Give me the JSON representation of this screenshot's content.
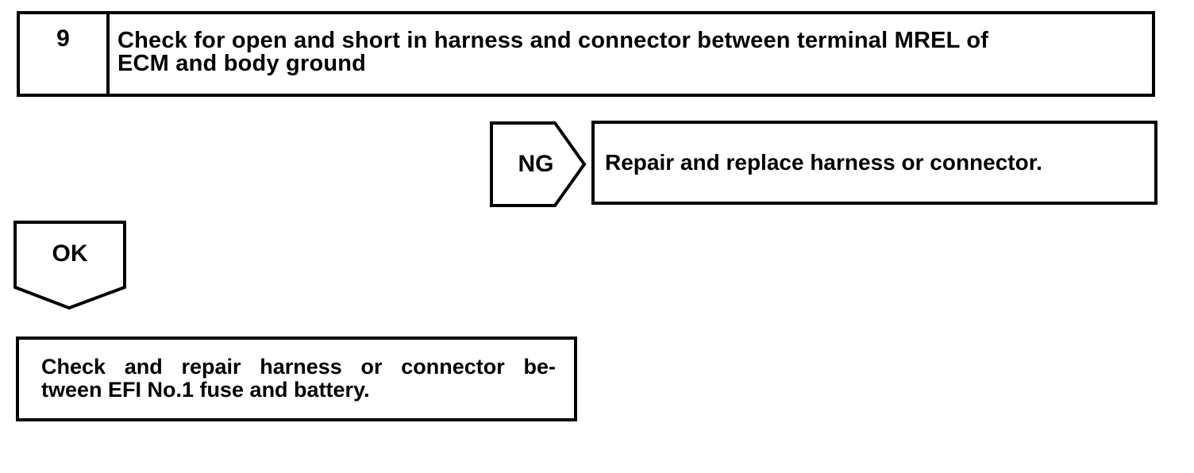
{
  "colors": {
    "ink": "#000000",
    "background": "#ffffff"
  },
  "step": {
    "number": "9",
    "title_lines": [
      "Check for open and short in harness and connector between terminal MREL of",
      "ECM and body ground"
    ]
  },
  "ng_branch": {
    "label": "NG",
    "action": "Repair and replace harness or connector."
  },
  "ok_branch": {
    "label": "OK",
    "action_lines": [
      "Check and repair harness or connector be-",
      "tween EFI No.1 fuse and battery."
    ]
  }
}
